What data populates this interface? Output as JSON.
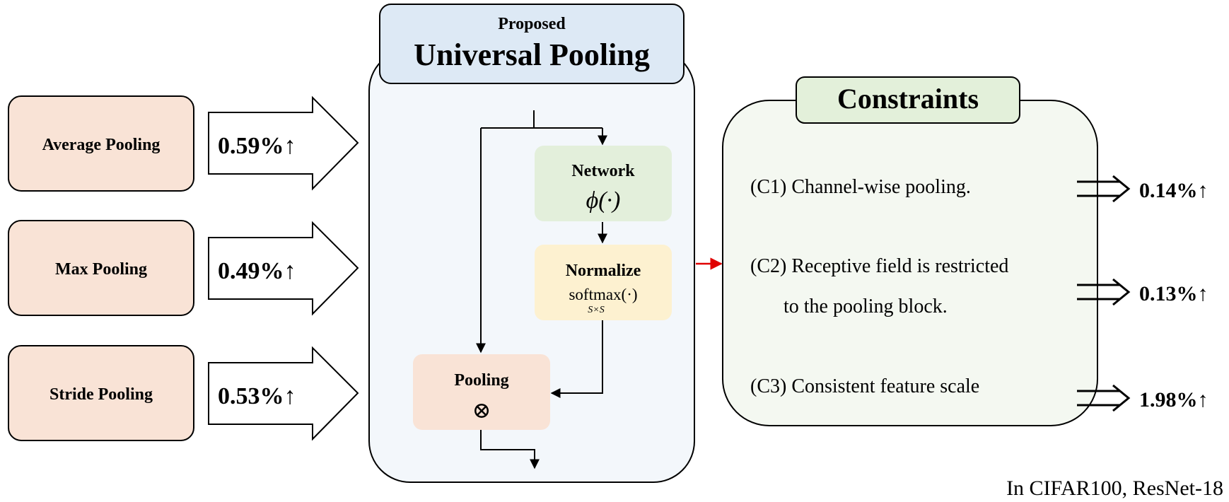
{
  "baselines": [
    {
      "label": "Average Pooling",
      "gain": "0.59%↑"
    },
    {
      "label": "Max Pooling",
      "gain": "0.49%↑"
    },
    {
      "label": "Stride Pooling",
      "gain": "0.53%↑"
    }
  ],
  "proposed": {
    "subtitle": "Proposed",
    "title": "Universal Pooling",
    "network": {
      "label": "Network",
      "formula": "ϕ(·)"
    },
    "normalize": {
      "label": "Normalize",
      "formula": "softmax(·)",
      "subscript": "S×S"
    },
    "pooling": {
      "label": "Pooling",
      "symbol": "⊗"
    }
  },
  "constraints": {
    "title": "Constraints",
    "items": [
      {
        "text": "(C1) Channel-wise pooling.",
        "gain": "0.14%↑"
      },
      {
        "text": "(C2) Receptive field is restricted",
        "text2": "to the pooling block.",
        "gain": "0.13%↑"
      },
      {
        "text": "(C3) Consistent feature scale",
        "gain": "1.98%↑"
      }
    ]
  },
  "footnote": "In CIFAR100, ResNet-18",
  "colors": {
    "baseline_fill": "#f9e3d6",
    "proposed_fill": "#f3f7fb",
    "title_fill": "#dde9f5",
    "network_fill": "#e3efdb",
    "normalize_fill": "#fdf1d0",
    "pooling_fill": "#f9e3d6",
    "constraints_fill": "#f4f8f1",
    "constraints_title_fill": "#e3f0da",
    "connector_arrow": "#e00000"
  }
}
